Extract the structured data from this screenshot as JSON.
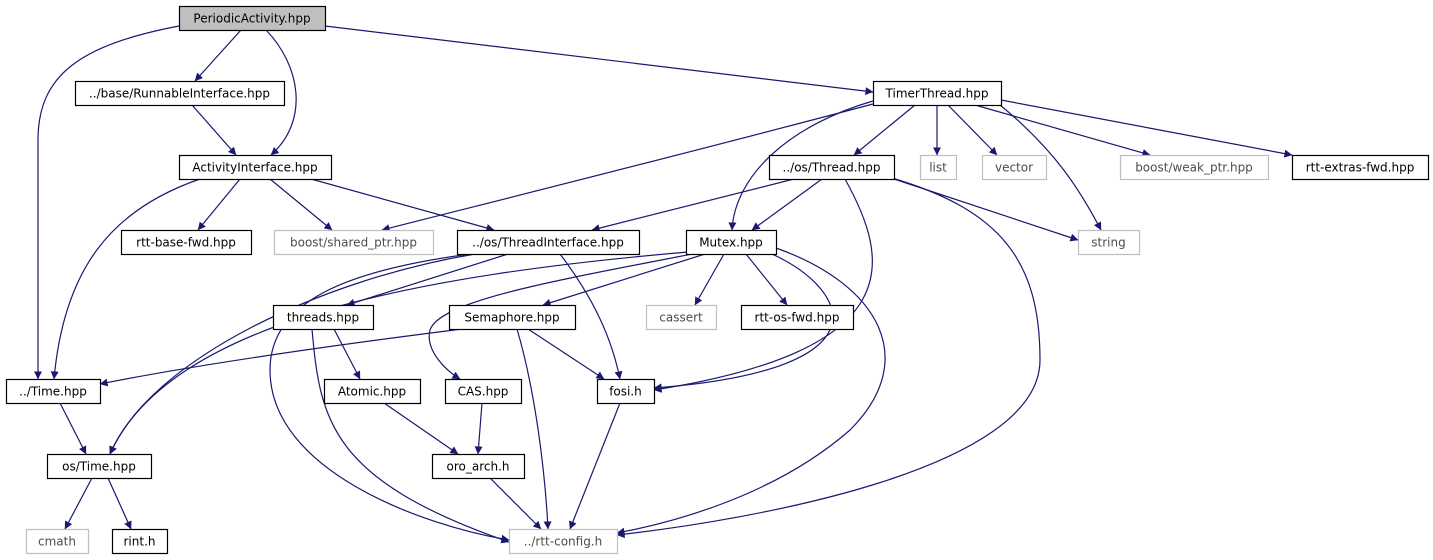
{
  "colors": {
    "edge": "#191970",
    "node_border_project": "#000000",
    "node_border_external": "#bfbfbf",
    "node_fill_root": "#bfbfbf",
    "node_fill": "#ffffff",
    "text_project": "#000000",
    "text_external": "#4d4d4d"
  },
  "nodes": [
    {
      "id": "periodic",
      "label": "PeriodicActivity.hpp",
      "kind": "root"
    },
    {
      "id": "runnable",
      "label": "../base/RunnableInterface.hpp",
      "kind": "project"
    },
    {
      "id": "timerthread",
      "label": "TimerThread.hpp",
      "kind": "project"
    },
    {
      "id": "activityif",
      "label": "ActivityInterface.hpp",
      "kind": "project"
    },
    {
      "id": "osthread",
      "label": "../os/Thread.hpp",
      "kind": "project"
    },
    {
      "id": "list",
      "label": "list",
      "kind": "external"
    },
    {
      "id": "vector",
      "label": "vector",
      "kind": "external"
    },
    {
      "id": "weakptr",
      "label": "boost/weak_ptr.hpp",
      "kind": "external"
    },
    {
      "id": "extrasfwd",
      "label": "rtt-extras-fwd.hpp",
      "kind": "project"
    },
    {
      "id": "basefwd",
      "label": "rtt-base-fwd.hpp",
      "kind": "project"
    },
    {
      "id": "sharedptr",
      "label": "boost/shared_ptr.hpp",
      "kind": "external"
    },
    {
      "id": "threadif",
      "label": "../os/ThreadInterface.hpp",
      "kind": "project"
    },
    {
      "id": "mutex",
      "label": "Mutex.hpp",
      "kind": "project"
    },
    {
      "id": "string",
      "label": "string",
      "kind": "external"
    },
    {
      "id": "threads",
      "label": "threads.hpp",
      "kind": "project"
    },
    {
      "id": "semaphore",
      "label": "Semaphore.hpp",
      "kind": "project"
    },
    {
      "id": "cassert",
      "label": "cassert",
      "kind": "external"
    },
    {
      "id": "osfwd",
      "label": "rtt-os-fwd.hpp",
      "kind": "project"
    },
    {
      "id": "time",
      "label": "../Time.hpp",
      "kind": "project"
    },
    {
      "id": "atomic",
      "label": "Atomic.hpp",
      "kind": "project"
    },
    {
      "id": "cas",
      "label": "CAS.hpp",
      "kind": "project"
    },
    {
      "id": "fosi",
      "label": "fosi.h",
      "kind": "project"
    },
    {
      "id": "ostime",
      "label": "os/Time.hpp",
      "kind": "project"
    },
    {
      "id": "oroarch",
      "label": "oro_arch.h",
      "kind": "project"
    },
    {
      "id": "cmath",
      "label": "cmath",
      "kind": "external"
    },
    {
      "id": "rinth",
      "label": "rint.h",
      "kind": "project"
    },
    {
      "id": "rttconfig",
      "label": "../rtt-config.h",
      "kind": "external"
    }
  ],
  "edges": [
    [
      "periodic",
      "runnable"
    ],
    [
      "periodic",
      "activityif"
    ],
    [
      "periodic",
      "timerthread"
    ],
    [
      "periodic",
      "time"
    ],
    [
      "runnable",
      "activityif"
    ],
    [
      "activityif",
      "basefwd"
    ],
    [
      "activityif",
      "sharedptr"
    ],
    [
      "activityif",
      "threadif"
    ],
    [
      "activityif",
      "time"
    ],
    [
      "timerthread",
      "osthread"
    ],
    [
      "timerthread",
      "list"
    ],
    [
      "timerthread",
      "vector"
    ],
    [
      "timerthread",
      "weakptr"
    ],
    [
      "timerthread",
      "extrasfwd"
    ],
    [
      "timerthread",
      "string"
    ],
    [
      "timerthread",
      "mutex"
    ],
    [
      "timerthread",
      "sharedptr"
    ],
    [
      "osthread",
      "threadif"
    ],
    [
      "osthread",
      "mutex"
    ],
    [
      "osthread",
      "string"
    ],
    [
      "osthread",
      "fosi"
    ],
    [
      "osthread",
      "rttconfig"
    ],
    [
      "threadif",
      "threads"
    ],
    [
      "threadif",
      "fosi"
    ],
    [
      "threadif",
      "ostime"
    ],
    [
      "threadif",
      "rttconfig"
    ],
    [
      "mutex",
      "semaphore"
    ],
    [
      "mutex",
      "cassert"
    ],
    [
      "mutex",
      "osfwd"
    ],
    [
      "mutex",
      "fosi"
    ],
    [
      "mutex",
      "cas"
    ],
    [
      "mutex",
      "ostime"
    ],
    [
      "mutex",
      "rttconfig"
    ],
    [
      "threads",
      "atomic"
    ],
    [
      "threads",
      "rttconfig"
    ],
    [
      "semaphore",
      "fosi"
    ],
    [
      "semaphore",
      "time"
    ],
    [
      "semaphore",
      "rttconfig"
    ],
    [
      "time",
      "ostime"
    ],
    [
      "atomic",
      "oroarch"
    ],
    [
      "cas",
      "oroarch"
    ],
    [
      "fosi",
      "rttconfig"
    ],
    [
      "oroarch",
      "rttconfig"
    ],
    [
      "ostime",
      "cmath"
    ],
    [
      "ostime",
      "rinth"
    ]
  ]
}
